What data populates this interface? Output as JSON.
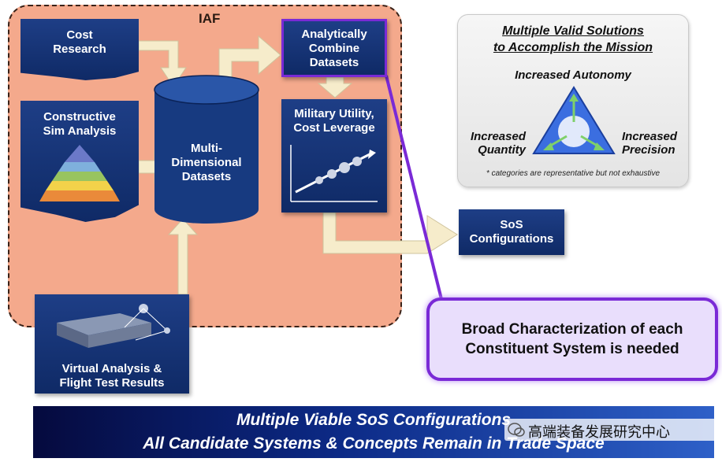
{
  "iaf_label": "IAF",
  "boxes": {
    "cost_research": {
      "line1": "Cost",
      "line2": "Research"
    },
    "constructive_sim": {
      "line1": "Constructive",
      "line2": "Sim Analysis"
    },
    "datasets": {
      "line1": "Multi-",
      "line2": "Dimensional",
      "line3": "Datasets"
    },
    "analytically_combine": {
      "line1": "Analytically",
      "line2": "Combine",
      "line3": "Datasets"
    },
    "military_utility": {
      "line1": "Military Utility,",
      "line2": "Cost Leverage"
    },
    "virtual_analysis": {
      "line1": "Virtual Analysis &",
      "line2": "Flight Test Results"
    },
    "sos_configurations": {
      "line1": "SoS",
      "line2": "Configurations"
    }
  },
  "solutions_panel": {
    "title_line1": "Multiple Valid Solutions",
    "title_line2": "to Accomplish the Mission",
    "top": "Increased Autonomy",
    "left_line1": "Increased",
    "left_line2": "Quantity",
    "right_line1": "Increased",
    "right_line2": "Precision",
    "note": "* categories are representative but not exhaustive"
  },
  "callout": {
    "line1": "Broad Characterization of each",
    "line2": "Constituent System is needed"
  },
  "banner": {
    "line1": "Multiple Viable SoS Configurations",
    "line2": "All Candidate Systems & Concepts Remain in Trade Space"
  },
  "watermark": "高端装备发展研究中心",
  "colors": {
    "navy": "#16357a",
    "salmon": "#f4a98c",
    "arrow": "#f6eccb",
    "purple": "#7a2ad6",
    "callout_fill": "#e9defc",
    "triangle": "#3b6ee0"
  }
}
